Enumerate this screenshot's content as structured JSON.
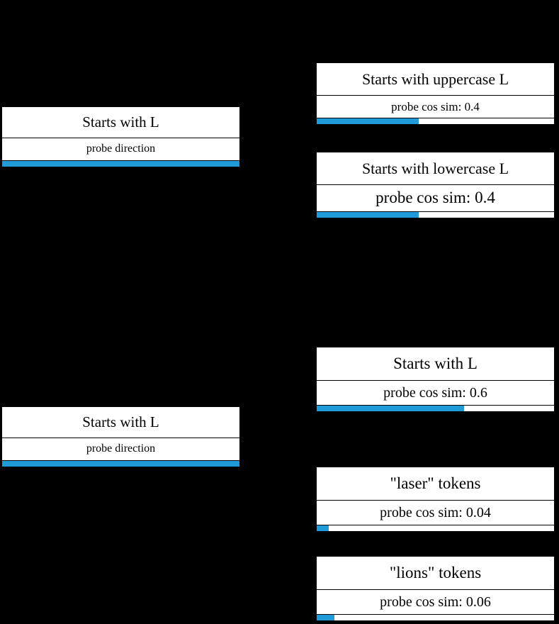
{
  "figure": {
    "background_color": "#000000",
    "card_background": "#ffffff",
    "accent_color": "#1f9bd8",
    "border_color": "#000000"
  },
  "left_column": {
    "cards": [
      {
        "title": "Starts with L",
        "subtitle": "probe direction",
        "bar_fill_percent": 100
      },
      {
        "title": "Starts with L",
        "subtitle": "probe direction",
        "bar_fill_percent": 100
      }
    ]
  },
  "right_column": {
    "group_top": [
      {
        "title": "Starts with uppercase L",
        "subtitle": "probe cos sim: 0.4",
        "value": 0.4,
        "bar_fill_percent": 43
      },
      {
        "title": "Starts with lowercase L",
        "subtitle": "probe cos sim: 0.4",
        "value": 0.4,
        "bar_fill_percent": 43
      }
    ],
    "group_bottom": [
      {
        "title": "Starts with L",
        "subtitle": "probe cos sim: 0.6",
        "value": 0.6,
        "bar_fill_percent": 62
      },
      {
        "title": "\"laser\" tokens",
        "subtitle": "probe cos sim: 0.04",
        "value": 0.04,
        "bar_fill_percent": 5
      },
      {
        "title": "\"lions\" tokens",
        "subtitle": "probe cos sim: 0.06",
        "value": 0.06,
        "bar_fill_percent": 7.5
      }
    ]
  },
  "chart_data": {
    "type": "bar",
    "title": "",
    "xlabel": "",
    "ylabel": "probe cos sim",
    "xlim": [
      0,
      1
    ],
    "grid": false,
    "legend": "none",
    "categories": [
      "Starts with uppercase L",
      "Starts with lowercase L",
      "Starts with L",
      "\"laser\" tokens",
      "\"lions\" tokens"
    ],
    "values": [
      0.4,
      0.4,
      0.6,
      0.04,
      0.06
    ],
    "annotations": [
      "probe direction",
      "probe direction"
    ]
  }
}
